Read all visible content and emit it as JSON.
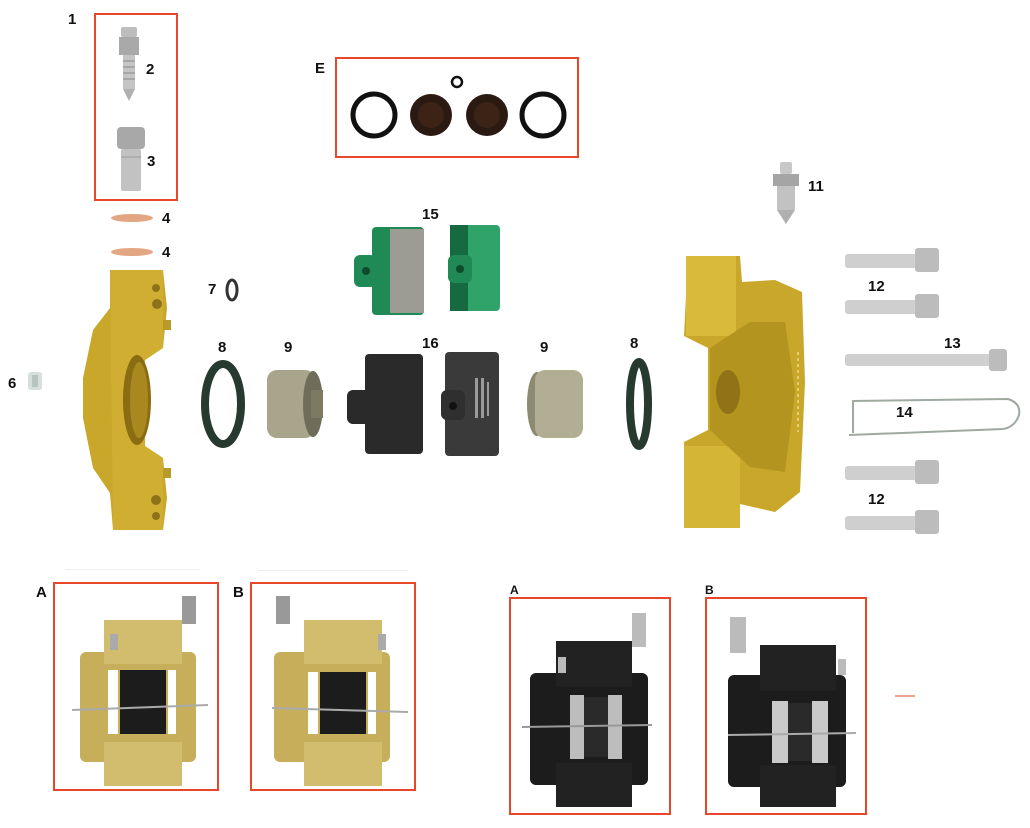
{
  "title": "Brake caliper exploded parts diagram",
  "colors": {
    "highlight_box": "#e8472b",
    "caliper_gold": "#c9a72a",
    "caliper_black": "#1c1c1c",
    "pad_green": "#1f8a55",
    "pad_black": "#2a2a2a",
    "seal": "#253a30",
    "piston": "#a8a48a",
    "steel": "#c8c8c8",
    "copper": "#d9966b"
  },
  "parts": [
    {
      "id": "1",
      "label": "1",
      "description": "fitting group (box)"
    },
    {
      "id": "2",
      "label": "2",
      "description": "bleed screw"
    },
    {
      "id": "3",
      "label": "3",
      "description": "banjo bolt"
    },
    {
      "id": "4a",
      "label": "4",
      "description": "copper washer"
    },
    {
      "id": "4b",
      "label": "4",
      "description": "copper washer"
    },
    {
      "id": "6",
      "label": "6",
      "description": "plug"
    },
    {
      "id": "7",
      "label": "7",
      "description": "small o-ring"
    },
    {
      "id": "8a",
      "label": "8",
      "description": "piston seal"
    },
    {
      "id": "8b",
      "label": "8",
      "description": "piston seal"
    },
    {
      "id": "9a",
      "label": "9",
      "description": "piston"
    },
    {
      "id": "9b",
      "label": "9",
      "description": "piston"
    },
    {
      "id": "11",
      "label": "11",
      "description": "bleed nipple"
    },
    {
      "id": "12a",
      "label": "12",
      "description": "bolt pair"
    },
    {
      "id": "12b",
      "label": "12",
      "description": "bolt pair"
    },
    {
      "id": "13",
      "label": "13",
      "description": "pad pin"
    },
    {
      "id": "14",
      "label": "14",
      "description": "spring clip"
    },
    {
      "id": "15",
      "label": "15",
      "description": "green brake pads"
    },
    {
      "id": "16",
      "label": "16",
      "description": "black brake pads"
    },
    {
      "id": "E",
      "label": "E",
      "description": "seal kit (box)"
    }
  ],
  "variants": [
    {
      "label": "A",
      "finish": "gold"
    },
    {
      "label": "B",
      "finish": "gold"
    },
    {
      "label": "A",
      "finish": "black"
    },
    {
      "label": "B",
      "finish": "black"
    }
  ]
}
